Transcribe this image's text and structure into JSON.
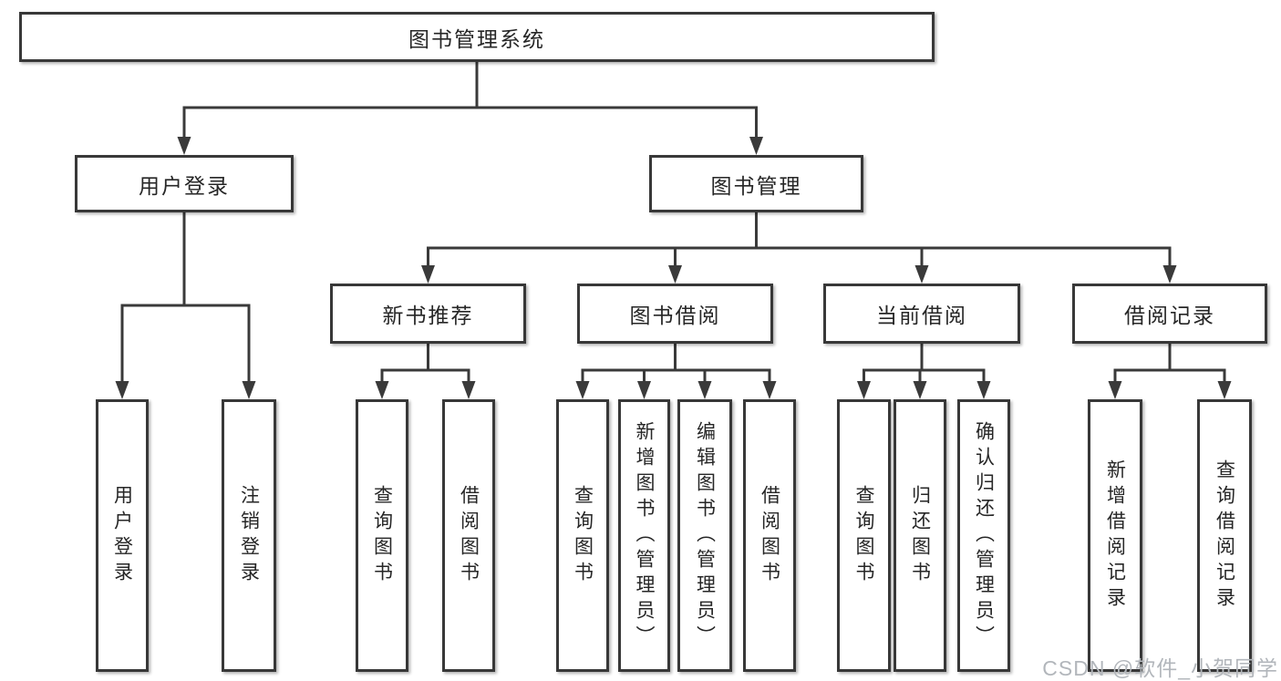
{
  "colors": {
    "line": "#3a3a3a",
    "box_border": "#383838",
    "text": "#262626",
    "watermark": "#b2b6bb",
    "background": "#ffffff"
  },
  "watermark": {
    "text": "CSDN @软件_小贺同学"
  },
  "diagram": {
    "title": "图书管理系统",
    "nodes": [
      {
        "id": "library-management-system",
        "label": "图书管理系统",
        "parent": null
      },
      {
        "id": "user-login",
        "label": "用户登录",
        "parent": "library-management-system"
      },
      {
        "id": "book-management",
        "label": "图书管理",
        "parent": "library-management-system"
      },
      {
        "id": "new-book-recommendation",
        "label": "新书推荐",
        "parent": "book-management"
      },
      {
        "id": "book-borrowing",
        "label": "图书借阅",
        "parent": "book-management"
      },
      {
        "id": "current-borrowing",
        "label": "当前借阅",
        "parent": "book-management"
      },
      {
        "id": "borrowing-records",
        "label": "借阅记录",
        "parent": "book-management"
      },
      {
        "id": "user-login-action",
        "label": "用户登录",
        "parent": "user-login"
      },
      {
        "id": "logout-action",
        "label": "注销登录",
        "parent": "user-login"
      },
      {
        "id": "search-books-recommend",
        "label": "查询图书",
        "parent": "new-book-recommendation"
      },
      {
        "id": "borrow-books-recommend",
        "label": "借阅图书",
        "parent": "new-book-recommendation"
      },
      {
        "id": "search-books-borrowing",
        "label": "查询图书",
        "parent": "book-borrowing"
      },
      {
        "id": "add-books-admin",
        "label": "新增图书（管理员）",
        "parent": "book-borrowing"
      },
      {
        "id": "edit-books-admin",
        "label": "编辑图书（管理员）",
        "parent": "book-borrowing"
      },
      {
        "id": "borrow-books-borrowing",
        "label": "借阅图书",
        "parent": "book-borrowing"
      },
      {
        "id": "search-books-current",
        "label": "查询图书",
        "parent": "current-borrowing"
      },
      {
        "id": "return-books",
        "label": "归还图书",
        "parent": "current-borrowing"
      },
      {
        "id": "confirm-return-admin",
        "label": "确认归还（管理员）",
        "parent": "current-borrowing"
      },
      {
        "id": "add-borrow-record",
        "label": "新增借阅记录",
        "parent": "borrowing-records"
      },
      {
        "id": "search-borrow-record",
        "label": "查询借阅记录",
        "parent": "borrowing-records"
      }
    ]
  }
}
